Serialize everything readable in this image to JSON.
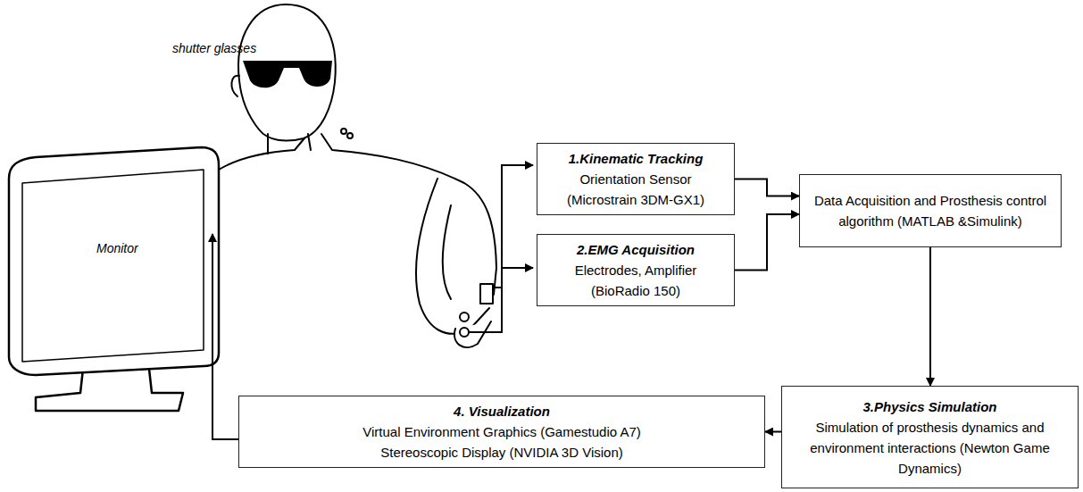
{
  "diagram": {
    "nodes": [
      {
        "text": [
          "1.Kinematic Tracking",
          "Orientation Sensor (Microstrain 3DM-GX1)"
        ]
      },
      {
        "text": [
          "2.EMG Acquisition",
          "Electrodes, Amplifier (BioRadio 150)"
        ]
      },
      {
        "text": [
          "Data Acquisition and Prosthesis control algorithm (MATLAB &Simulink)"
        ]
      },
      {
        "text": [
          "3.Physics Simulation",
          "Simulation of prosthesis dynamics and environment interactions (Newton Game Dynamics)"
        ]
      },
      {
        "text": [
          "4. Visualization",
          "Virtual Environment Graphics (Gamestudio A7) Stereoscopic Display (NVIDIA 3D Vision)"
        ]
      }
    ],
    "edges": [
      {
        "from": 0,
        "to": 2,
        "arrow": "to"
      },
      {
        "from": 1,
        "to": 2,
        "arrow": "to"
      },
      {
        "from": 2,
        "to": 3,
        "arrow": "to"
      },
      {
        "from": 3,
        "to": 4,
        "arrow": "to"
      }
    ],
    "labels": [
      "shutter glasses",
      "Monitor"
    ]
  }
}
